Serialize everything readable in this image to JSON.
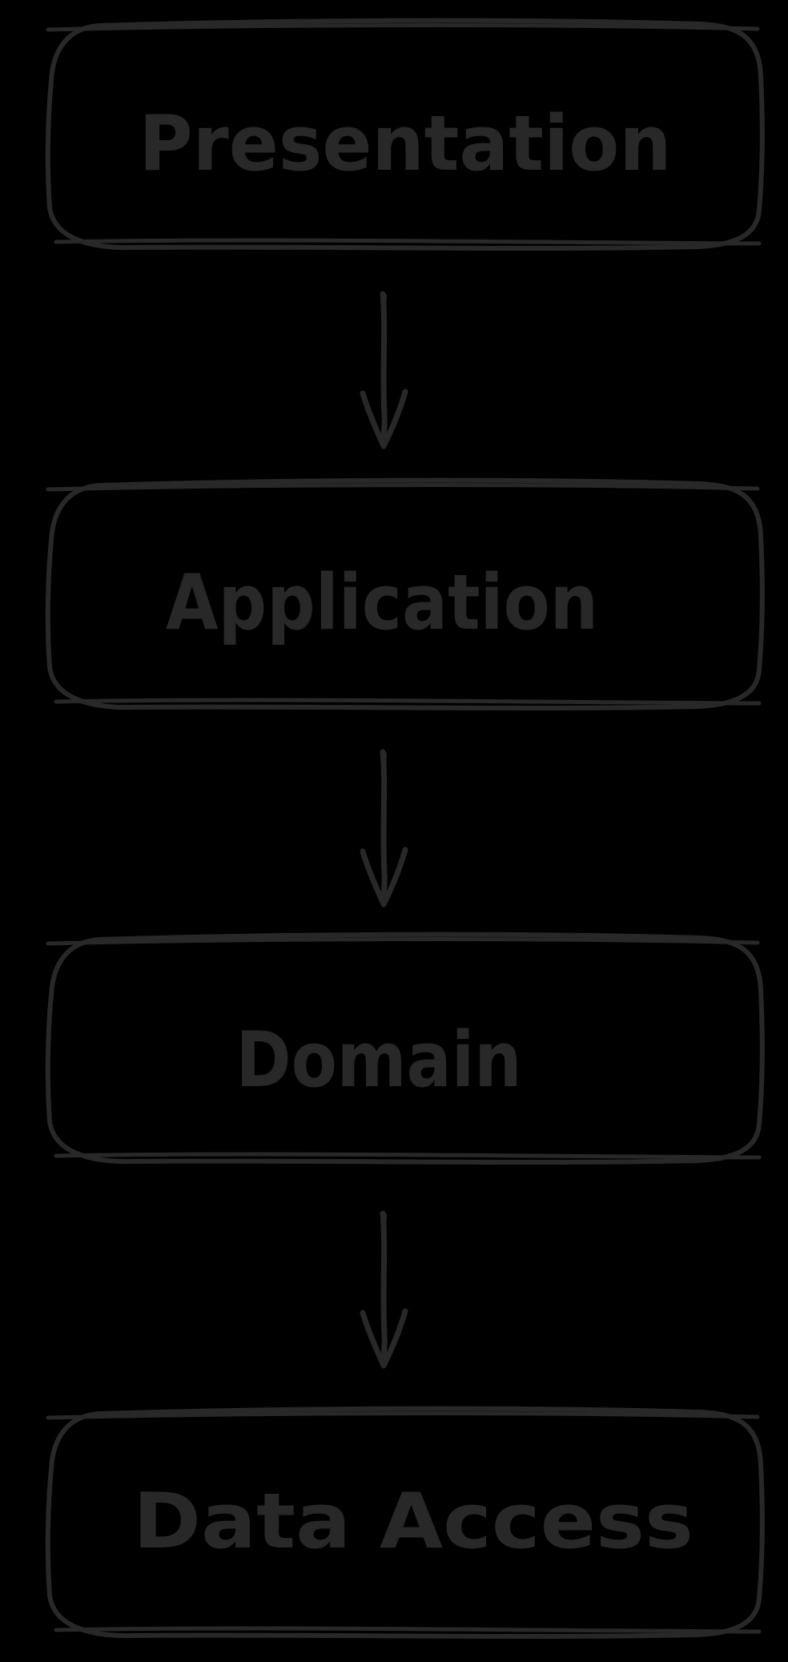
{
  "diagram": {
    "background": "#000000",
    "ink": "#282828",
    "nodes": [
      {
        "id": "presentation",
        "label": "Presentation"
      },
      {
        "id": "application",
        "label": "Application"
      },
      {
        "id": "domain",
        "label": "Domain"
      },
      {
        "id": "data-access",
        "label": "Data Access"
      }
    ],
    "edges": [
      {
        "from": "presentation",
        "to": "application",
        "direction": "down"
      },
      {
        "from": "application",
        "to": "domain",
        "direction": "down"
      },
      {
        "from": "domain",
        "to": "data-access",
        "direction": "down"
      }
    ]
  }
}
